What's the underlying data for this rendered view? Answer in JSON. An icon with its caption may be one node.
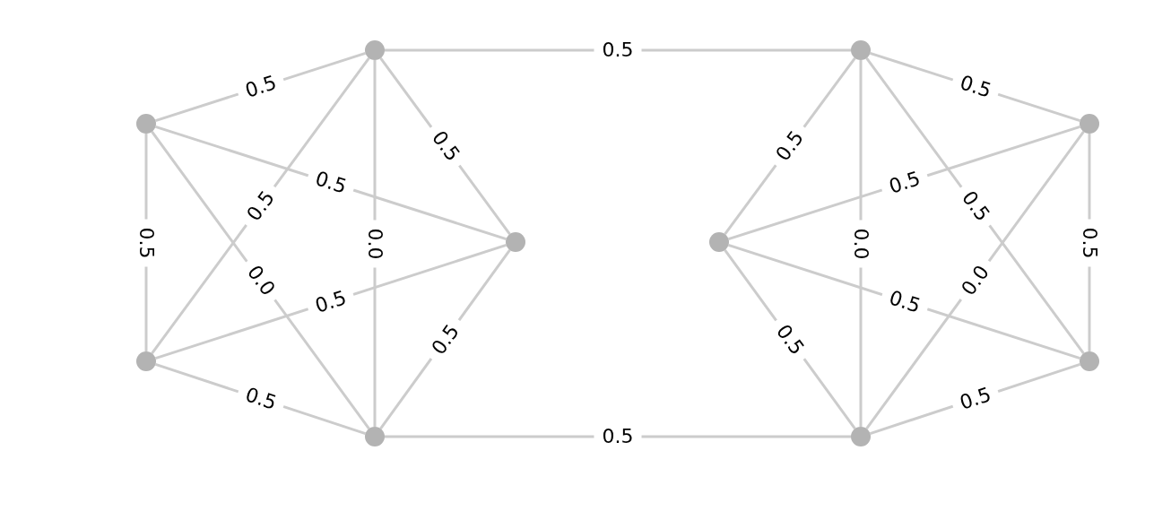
{
  "diagram": {
    "nodes": [
      {
        "text": [],
        "shape": "circle"
      },
      {
        "text": [],
        "shape": "circle"
      },
      {
        "text": [],
        "shape": "circle"
      },
      {
        "text": [],
        "shape": "circle"
      },
      {
        "text": [],
        "shape": "circle"
      },
      {
        "text": [],
        "shape": "circle"
      },
      {
        "text": [],
        "shape": "circle"
      },
      {
        "text": [],
        "shape": "circle"
      },
      {
        "text": [],
        "shape": "circle"
      },
      {
        "text": [],
        "shape": "circle"
      }
    ],
    "edges": [
      {
        "from": 1,
        "to": 0,
        "arrow": "none",
        "label": "0.5"
      },
      {
        "from": 0,
        "to": 2,
        "arrow": "none",
        "label": "0.5"
      },
      {
        "from": 0,
        "to": 4,
        "arrow": "none",
        "label": "0.0"
      },
      {
        "from": 0,
        "to": 3,
        "arrow": "none",
        "label": "0.5"
      },
      {
        "from": 1,
        "to": 2,
        "arrow": "none",
        "label": "0.5"
      },
      {
        "from": 1,
        "to": 3,
        "arrow": "none",
        "label": "0.5"
      },
      {
        "from": 1,
        "to": 4,
        "arrow": "none",
        "label": "0.0"
      },
      {
        "from": 3,
        "to": 2,
        "arrow": "none",
        "label": "0.5"
      },
      {
        "from": 3,
        "to": 4,
        "arrow": "none",
        "label": "0.5"
      },
      {
        "from": 4,
        "to": 2,
        "arrow": "none",
        "label": "0.5"
      },
      {
        "from": 0,
        "to": 5,
        "arrow": "none",
        "label": "0.5"
      },
      {
        "from": 4,
        "to": 9,
        "arrow": "none",
        "label": "0.5"
      },
      {
        "from": 5,
        "to": 6,
        "arrow": "none",
        "label": "0.5"
      },
      {
        "from": 7,
        "to": 5,
        "arrow": "none",
        "label": "0.5"
      },
      {
        "from": 5,
        "to": 9,
        "arrow": "none",
        "label": "0.0"
      },
      {
        "from": 5,
        "to": 8,
        "arrow": "none",
        "label": "0.5"
      },
      {
        "from": 7,
        "to": 6,
        "arrow": "none",
        "label": "0.5"
      },
      {
        "from": 6,
        "to": 8,
        "arrow": "none",
        "label": "0.5"
      },
      {
        "from": 9,
        "to": 6,
        "arrow": "none",
        "label": "0.0"
      },
      {
        "from": 7,
        "to": 8,
        "arrow": "none",
        "label": "0.5"
      },
      {
        "from": 7,
        "to": 9,
        "arrow": "none",
        "label": "0.5"
      },
      {
        "from": 9,
        "to": 8,
        "arrow": "none",
        "label": "0.5"
      }
    ]
  }
}
